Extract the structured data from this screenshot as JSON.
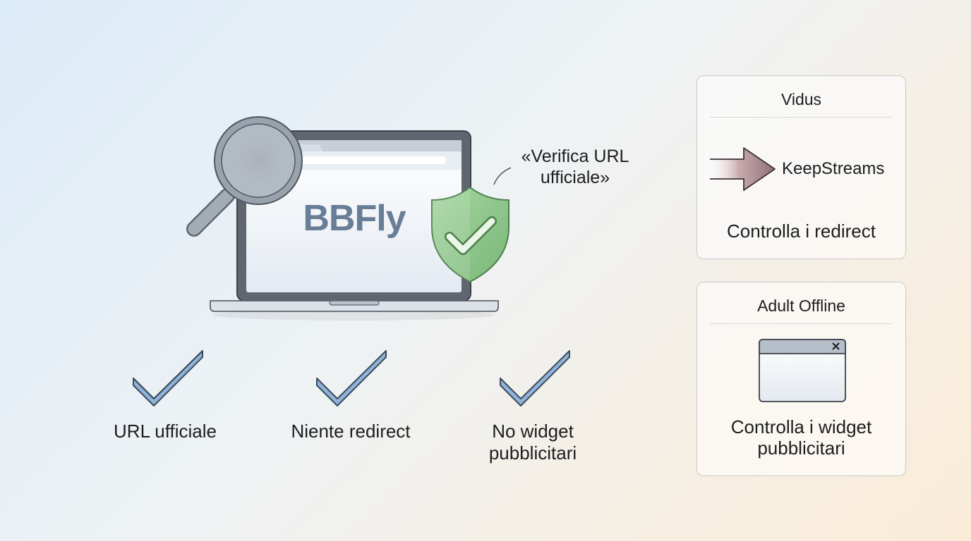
{
  "laptop": {
    "brand": "BBFly",
    "callout": "«Verifica URL ufficiale»"
  },
  "checks": [
    {
      "label": "URL ufficiale"
    },
    {
      "label": "Niente redirect"
    },
    {
      "label": "No widget pubblicitari"
    }
  ],
  "cards": {
    "redirect": {
      "title": "Vidus",
      "destination": "KeepStreams",
      "caption": "Controlla i redirect"
    },
    "widgets": {
      "title": "Adult Offline",
      "caption": "Controlla i widget pubblicitari"
    }
  },
  "colors": {
    "brand_text": "#687d96",
    "check_fill": "#8fb3d9",
    "shield_fill": "#8cc48a",
    "arrow_fill": "#9b8084"
  },
  "icons": [
    "magnifier-icon",
    "laptop-icon",
    "shield-check-icon",
    "checkmark-icon",
    "arrow-right-icon",
    "window-popup-icon",
    "close-icon"
  ]
}
